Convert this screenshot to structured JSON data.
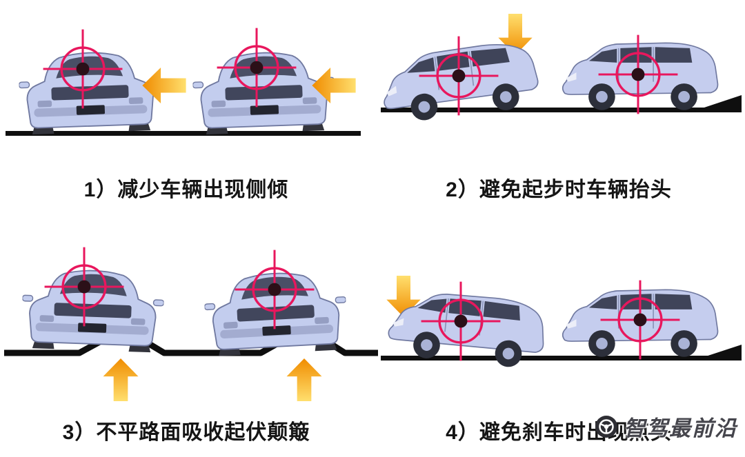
{
  "panels": [
    {
      "caption": "1）减少车辆出现侧倾"
    },
    {
      "caption": "2）避免起步时车辆抬头"
    },
    {
      "caption": "3）不平路面吸收起伏颠簸"
    },
    {
      "caption": "4）避免刹车时出现点头"
    }
  ],
  "watermark": {
    "text": "智驾最前沿",
    "icon": "steering-wheel-badge-icon"
  },
  "icons": {
    "crosshair": "center-of-gravity-target-icon",
    "arrow_left": "lateral-force-arrow-icon",
    "arrow_down": "downward-force-arrow-icon",
    "arrow_up": "upward-force-arrow-icon"
  },
  "colors": {
    "background": "#ffffff",
    "car_body": "#c3cdee",
    "car_glass": "#41465c",
    "wheel": "#2c2f3a",
    "crosshair_red": "#e8175d",
    "crosshair_center": "#2b1018",
    "arrow_yellow": "#ffdf6e",
    "arrow_orange": "#f08c00",
    "ground_black": "#0f0f0f",
    "caption_text": "#151515",
    "watermark_text": "#45454c"
  }
}
